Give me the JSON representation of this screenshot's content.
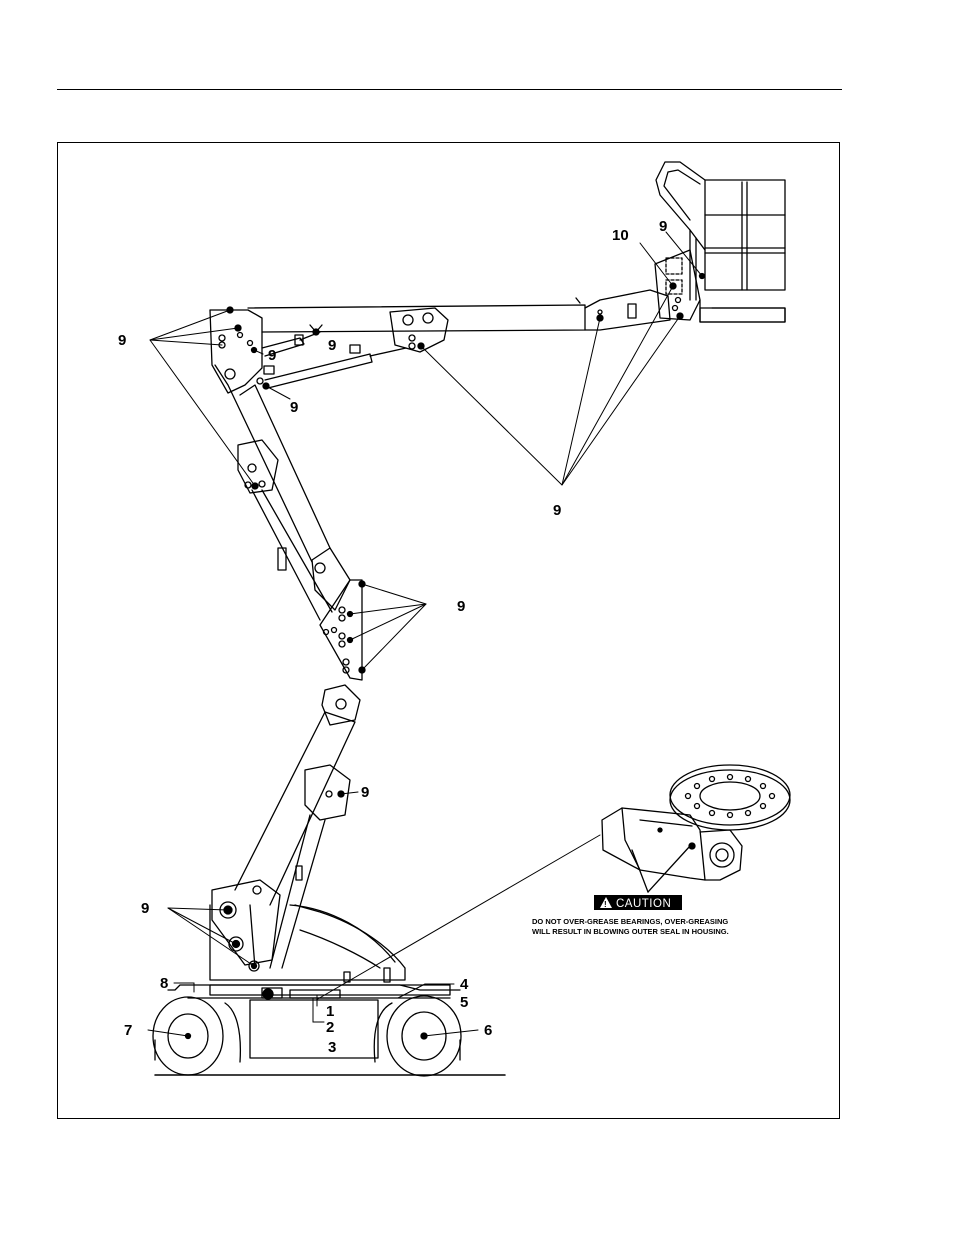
{
  "diagram": {
    "callouts": {
      "c1": "1",
      "c2": "2",
      "c3": "3",
      "c4": "4",
      "c5": "5",
      "c6": "6",
      "c7": "7",
      "c8": "8",
      "c10": "10",
      "c9": [
        "9",
        "9",
        "9",
        "9",
        "9",
        "9",
        "9",
        "9",
        "9"
      ]
    },
    "caution": {
      "heading": "CAUTION",
      "line1": "DO NOT OVER-GREASE BEARINGS, OVER-GREASING",
      "line2": "WILL RESULT IN BLOWING OUTER SEAL IN HOUSING."
    }
  }
}
